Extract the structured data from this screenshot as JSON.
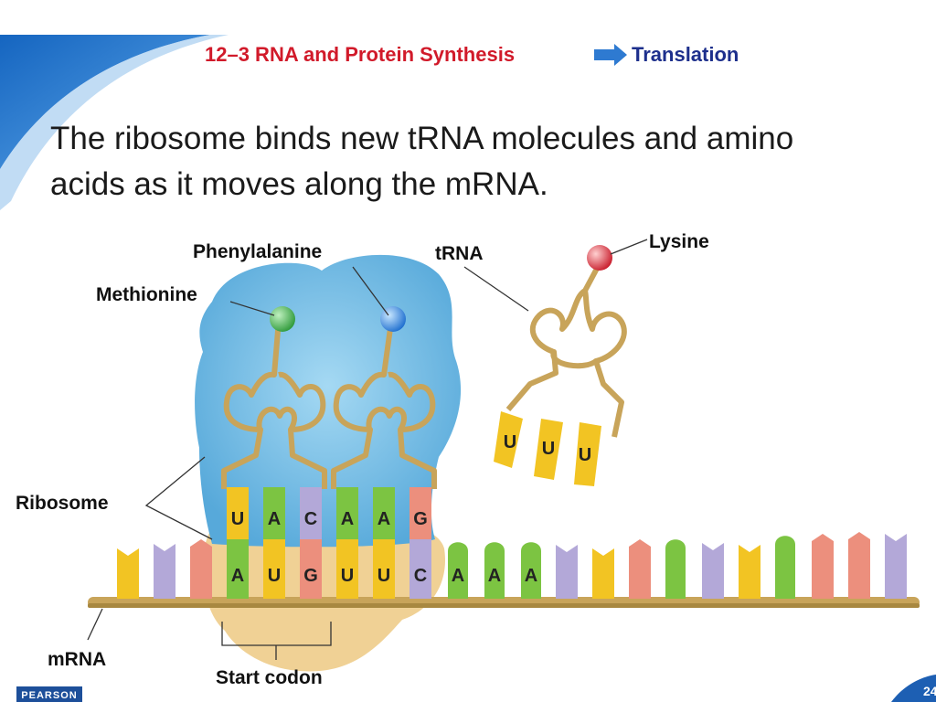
{
  "header": {
    "section": "12–3 RNA and Protein Synthesis",
    "topic": "Translation"
  },
  "body": {
    "line1": "The ribosome binds new tRNA molecules and amino",
    "line2": "acids as it moves along the mRNA."
  },
  "labels": {
    "phenylalanine": "Phenylalanine",
    "trna": "tRNA",
    "lysine": "Lysine",
    "methionine": "Methionine",
    "ribosome": "Ribosome",
    "mrna": "mRNA",
    "start_codon": "Start codon"
  },
  "anticodons": {
    "trna1": [
      "U",
      "A",
      "C"
    ],
    "trna2": [
      "A",
      "A",
      "G"
    ],
    "trna3": [
      "U",
      "U",
      "U"
    ]
  },
  "codons": [
    "A",
    "U",
    "G",
    "U",
    "U",
    "C",
    "A",
    "A",
    "A"
  ],
  "colors": {
    "blue_accent": "#1d6fc4",
    "ribosome_large": "#6cb9e4",
    "ribosome_small": "#efcf8f",
    "trna": "#c8a45a",
    "base_A": "#7cc442",
    "base_U": "#f2c423",
    "base_G": "#ec8f7d",
    "base_C": "#b3a8d8"
  },
  "footer": {
    "publisher": "PEARSON",
    "page": "24"
  }
}
